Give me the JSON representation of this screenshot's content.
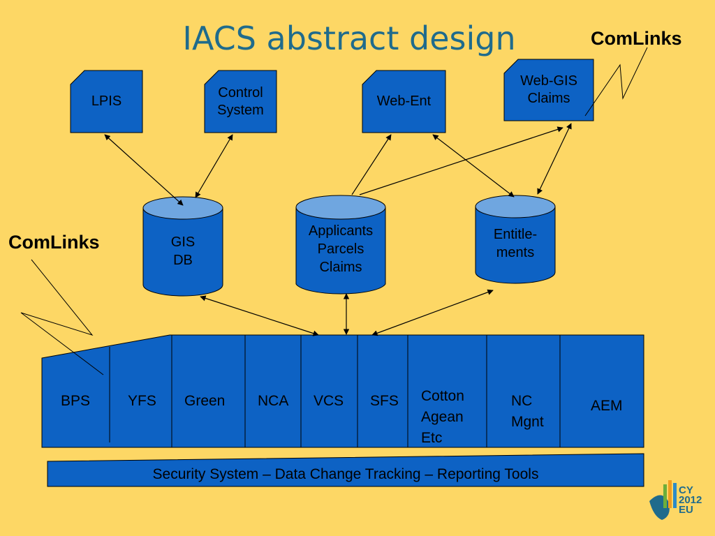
{
  "title": "IACS abstract design",
  "comlinks_top": "ComLinks",
  "comlinks_left": "ComLinks",
  "documents": [
    {
      "id": "lpis",
      "lines": [
        "LPIS"
      ]
    },
    {
      "id": "control",
      "lines": [
        "Control",
        "System"
      ]
    },
    {
      "id": "webent",
      "lines": [
        "Web-Ent"
      ]
    },
    {
      "id": "webgis",
      "lines": [
        "Web-GIS",
        "Claims"
      ]
    }
  ],
  "databases": [
    {
      "id": "gisdb",
      "lines": [
        "GIS",
        "DB"
      ]
    },
    {
      "id": "applicants",
      "lines": [
        "Applicants",
        "Parcels",
        "Claims"
      ]
    },
    {
      "id": "entitlements",
      "lines": [
        "Entitle-",
        "ments"
      ]
    }
  ],
  "modules": [
    {
      "id": "bps",
      "lines": [
        "BPS"
      ]
    },
    {
      "id": "yfs",
      "lines": [
        "YFS"
      ]
    },
    {
      "id": "green",
      "lines": [
        "Green"
      ]
    },
    {
      "id": "nca",
      "lines": [
        "NCA"
      ]
    },
    {
      "id": "vcs",
      "lines": [
        "VCS"
      ]
    },
    {
      "id": "sfs",
      "lines": [
        "SFS"
      ]
    },
    {
      "id": "cotton",
      "lines": [
        "Cotton",
        "Agean",
        "Etc"
      ]
    },
    {
      "id": "ncmgnt",
      "lines": [
        "NC",
        "Mgnt"
      ]
    },
    {
      "id": "aem",
      "lines": [
        "AEM"
      ]
    }
  ],
  "security_bar": "Security System – Data Change Tracking – Reporting Tools",
  "logo": {
    "line1": "CY",
    "line2": "2012",
    "line3": "EU"
  },
  "colors": {
    "background": "#fdd765",
    "shape_fill": "#0d62c4",
    "cylinder_top": "#6fa6e0",
    "title": "#1f6b8c"
  }
}
